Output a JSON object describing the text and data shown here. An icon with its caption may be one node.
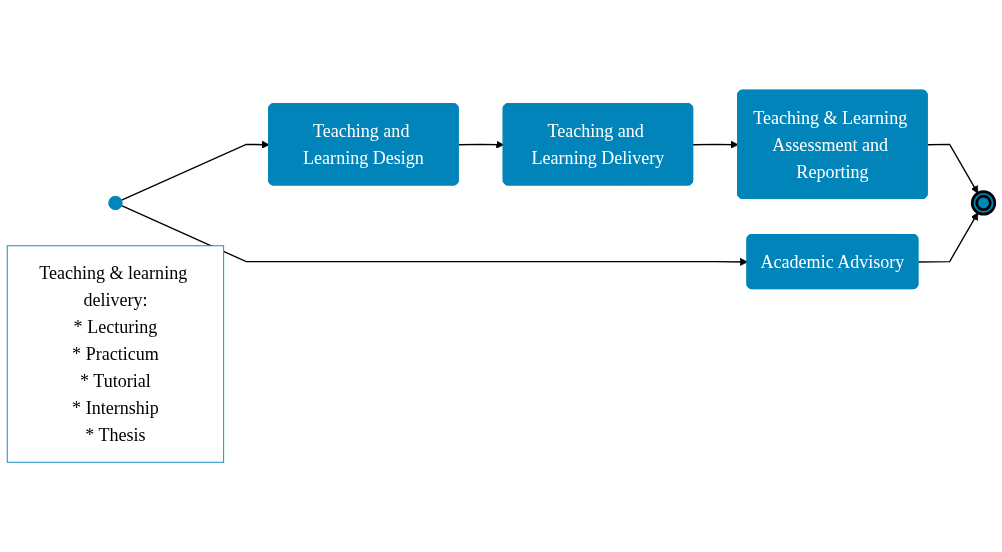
{
  "diagram": {
    "nodes": [
      {
        "text": [],
        "shape": "circle"
      },
      {
        "text": [
          "Teaching and Learning Design"
        ]
      },
      {
        "text": [
          "Teaching and Learning Delivery"
        ]
      },
      {
        "text": [
          "Teaching & Learning Assessment and Reporting"
        ]
      },
      {
        "text": [],
        "shape": "circle"
      },
      {
        "text": [
          "Teaching & learning delivery:",
          "* Lecturing",
          "* Practicum",
          "* Tutorial",
          "* Internship",
          "* Thesis"
        ]
      },
      {
        "text": [
          "Academic Advisory"
        ]
      }
    ],
    "edges": [
      {
        "from": 0,
        "to": 1,
        "arrow": "to"
      },
      {
        "from": 1,
        "to": 2,
        "arrow": "to"
      },
      {
        "from": 2,
        "to": 3,
        "arrow": "to"
      },
      {
        "from": 3,
        "to": 4,
        "arrow": "to"
      },
      {
        "from": 0,
        "to": 6,
        "arrow": "to"
      },
      {
        "from": 6,
        "to": 4,
        "arrow": "to"
      }
    ]
  }
}
